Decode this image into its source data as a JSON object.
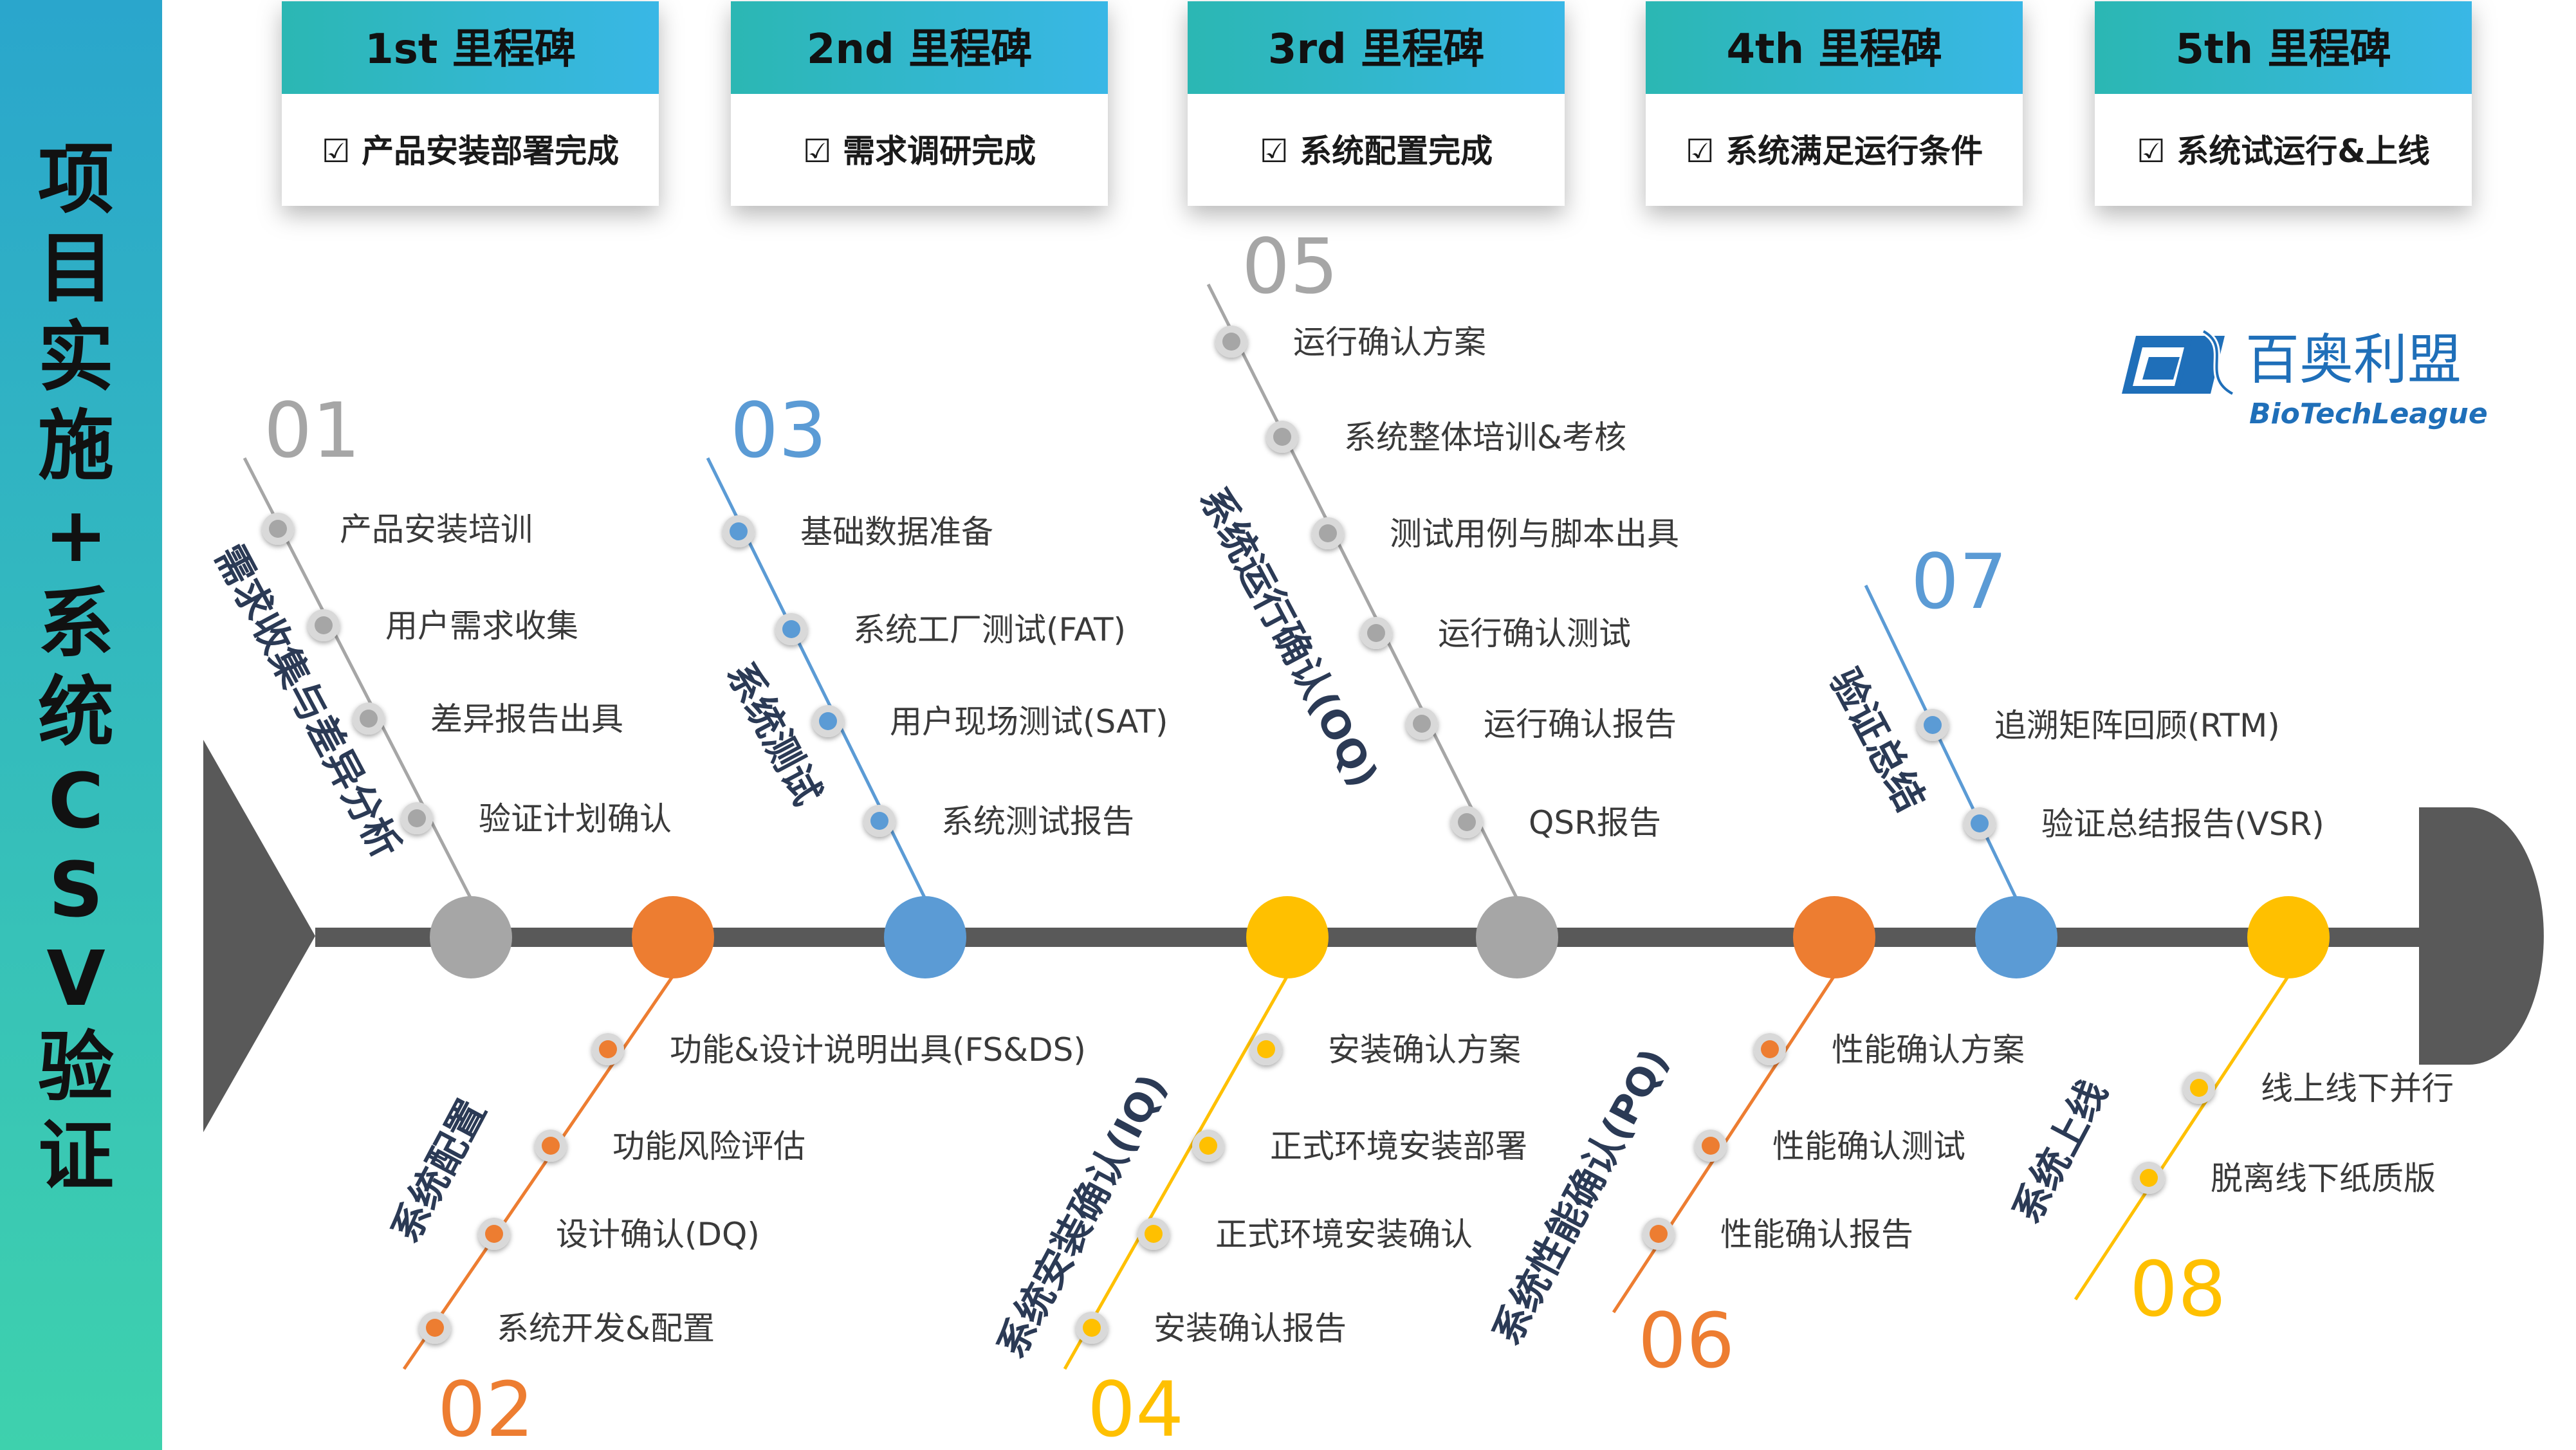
{
  "sidebar": {
    "title": "项目实施+系统CSV验证"
  },
  "milestones": [
    {
      "header": "1st 里程碑",
      "item": "☑ 产品安装部署完成"
    },
    {
      "header": "2nd 里程碑",
      "item": "☑ 需求调研完成"
    },
    {
      "header": "3rd 里程碑",
      "item": "☑ 系统配置完成"
    },
    {
      "header": "4th 里程碑",
      "item": "☑ 系统满足运行条件"
    },
    {
      "header": "5th 里程碑",
      "item": "☑ 系统试运行&上线"
    }
  ],
  "logo": {
    "mark": "BL",
    "cn_name": "百奥利盟",
    "en_name": "BioTechLeague"
  },
  "colors": {
    "gray": "#a6a6a6",
    "orange": "#ed7d31",
    "blue": "#5b9bd5",
    "yellow": "#ffc000",
    "spine": "#595959",
    "text": "#3a3a3a",
    "number_gray": "#a6a6a6",
    "milestone_header": "#2ab0c8"
  },
  "branches": [
    {
      "number": "01",
      "color": "gray",
      "side": "top",
      "label": "需求收集与差异分析",
      "items": [
        "产品安装培训",
        "用户需求收集",
        "差异报告出具",
        "验证计划确认"
      ]
    },
    {
      "number": "02",
      "color": "orange",
      "side": "bottom",
      "label": "系统配置",
      "items": [
        "功能&设计说明出具(FS&DS)",
        "功能风险评估",
        "设计确认(DQ)",
        "系统开发&配置"
      ]
    },
    {
      "number": "03",
      "color": "blue",
      "side": "top",
      "label": "系统测试",
      "items": [
        "基础数据准备",
        "系统工厂测试(FAT)",
        "用户现场测试(SAT)",
        "系统测试报告"
      ]
    },
    {
      "number": "04",
      "color": "yellow",
      "side": "bottom",
      "label": "系统安装确认(IQ)",
      "items": [
        "安装确认方案",
        "正式环境安装部署",
        "正式环境安装确认",
        "安装确认报告"
      ]
    },
    {
      "number": "05",
      "color": "gray",
      "side": "top",
      "label": "系统运行确认(OQ)",
      "items": [
        "运行确认方案",
        "系统整体培训&考核",
        "测试用例与脚本出具",
        "运行确认测试",
        "运行确认报告",
        "QSR报告"
      ]
    },
    {
      "number": "06",
      "color": "orange",
      "side": "bottom",
      "label": "系统性能确认(PQ)",
      "items": [
        "性能确认方案",
        "性能确认测试",
        "性能确认报告"
      ]
    },
    {
      "number": "07",
      "color": "blue",
      "side": "top",
      "label": "验证总结",
      "items": [
        "追溯矩阵回顾(RTM)",
        "验证总结报告(VSR)"
      ]
    },
    {
      "number": "08",
      "color": "yellow",
      "side": "bottom",
      "label": "系统上线",
      "items": [
        "线上线下并行",
        "脱离线下纸质版"
      ]
    }
  ]
}
